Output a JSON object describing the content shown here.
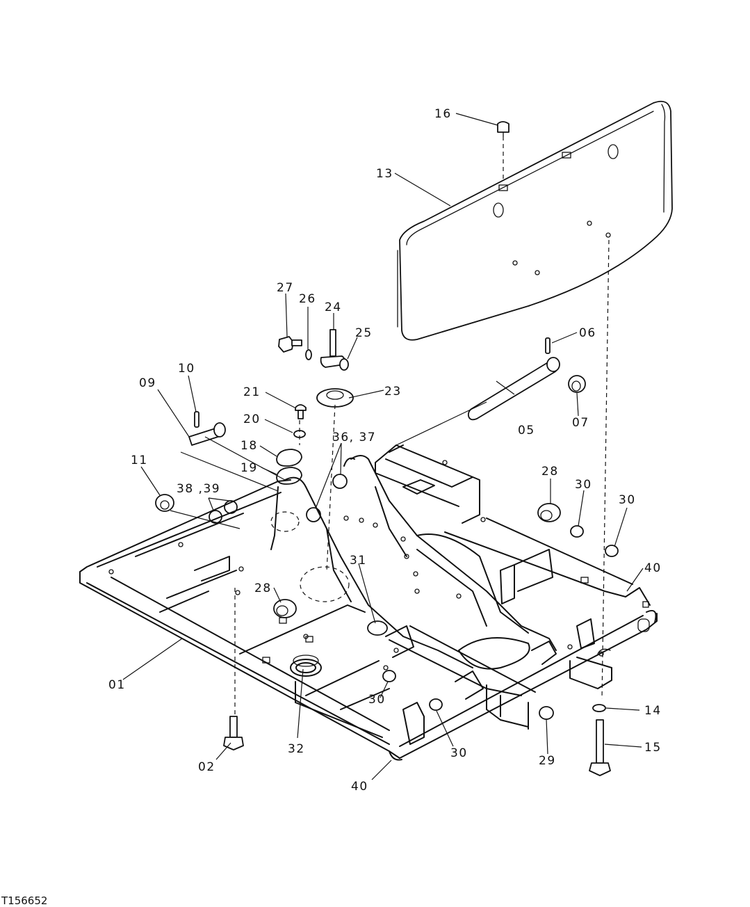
{
  "figure_id": "T156652",
  "callouts": {
    "c16": "16",
    "c13": "13",
    "c27": "27",
    "c26": "26",
    "c24": "24",
    "c25": "25",
    "c06": "06",
    "c10": "10",
    "c09": "09",
    "c21": "21",
    "c23": "23",
    "c20": "20",
    "c05": "05",
    "c07": "07",
    "c18": "18",
    "c3637": "36, 37",
    "c19": "19",
    "c11": "11",
    "c3839": "38 ,39",
    "c28a": "28",
    "c30a": "30",
    "c30b": "30",
    "c40a": "40",
    "c31": "31",
    "c28b": "28",
    "c01": "01",
    "c30c": "30",
    "c14": "14",
    "c02": "02",
    "c32": "32",
    "c30d": "30",
    "c29": "29",
    "c15": "15",
    "c40b": "40"
  }
}
